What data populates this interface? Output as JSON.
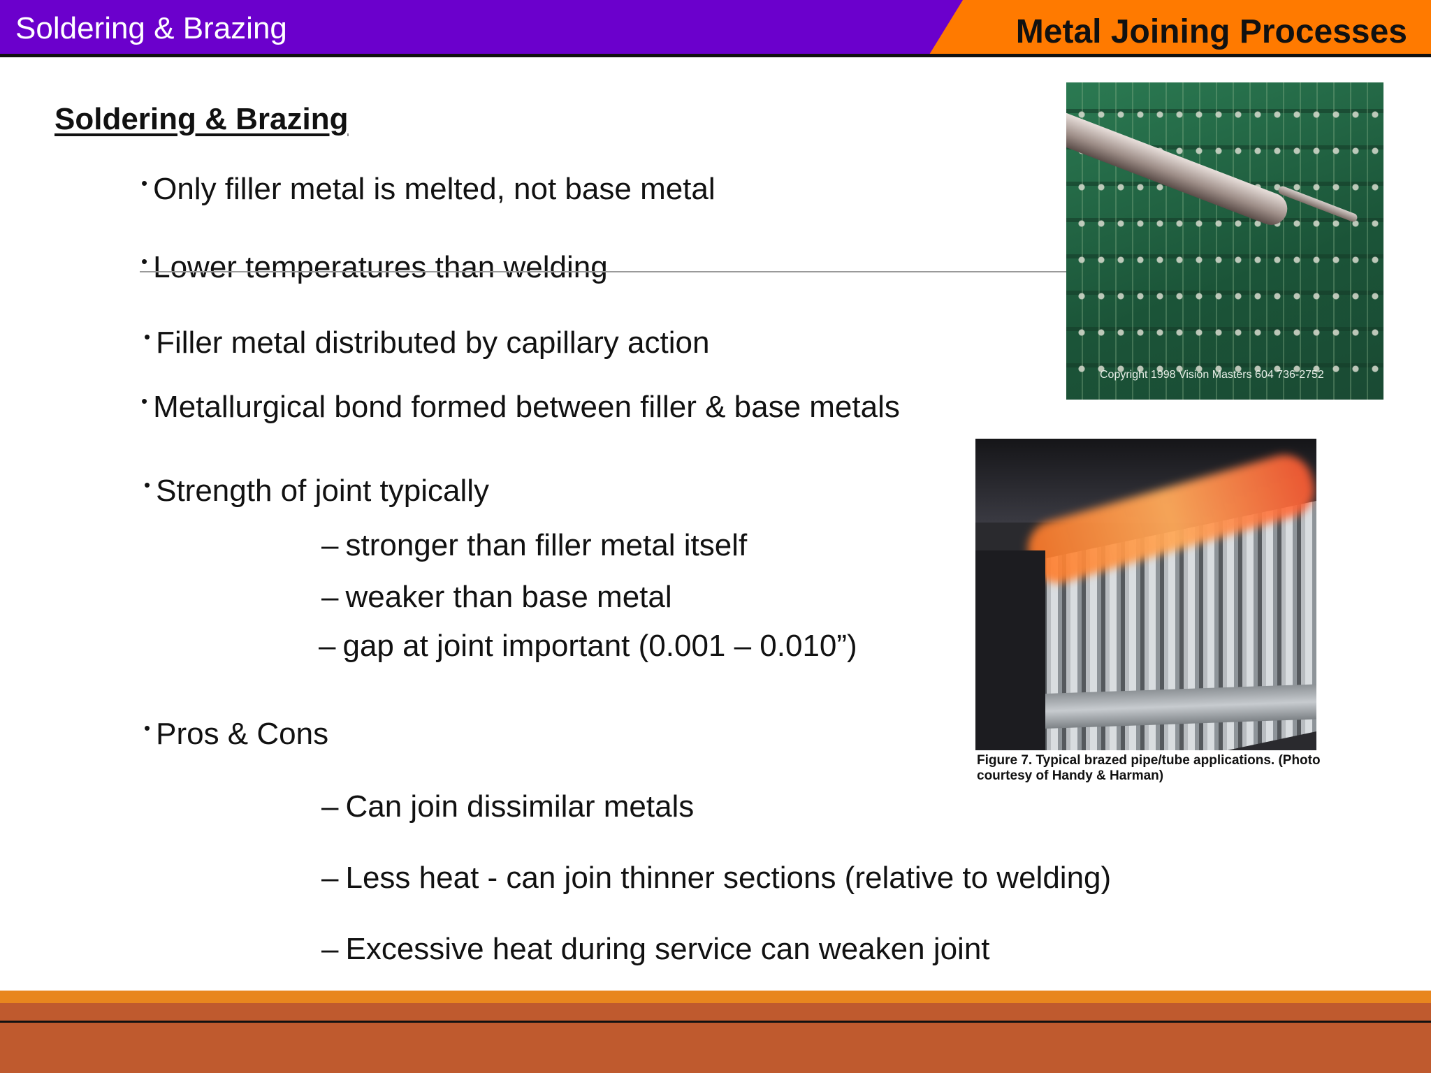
{
  "header": {
    "left_title": "Soldering & Brazing",
    "right_title": "Metal Joining Processes",
    "colors": {
      "left_band": "#6b00cc",
      "right_band": "#ff7a00"
    }
  },
  "content": {
    "heading": "Soldering & Brazing",
    "bullets": [
      "Only filler metal is melted, not base metal",
      "Lower temperatures than welding",
      "Filler metal distributed by capillary action",
      "Metallurgical bond formed between filler & base metals",
      "Strength of joint typically",
      "Pros & Cons"
    ],
    "strength_subs": [
      "stronger than filler metal itself",
      "weaker than base metal",
      "gap at joint important (0.001 – 0.010”)"
    ],
    "pros_cons_subs": [
      "Can join dissimilar metals",
      "Less heat - can join thinner sections (relative to welding)",
      "Excessive heat during service can weaken joint"
    ],
    "bullet_glyph": "•",
    "dash_glyph": "–"
  },
  "images": {
    "pcb_copyright": "Copyright 1998 Vision Masters 604 736-2752",
    "tubes_caption": "Figure 7. Typical brazed pipe/tube applications. (Photo courtesy of Handy & Harman)"
  },
  "footer": {
    "colors": {
      "stripe": "#e8861e",
      "body": "#bf5a2e"
    }
  }
}
